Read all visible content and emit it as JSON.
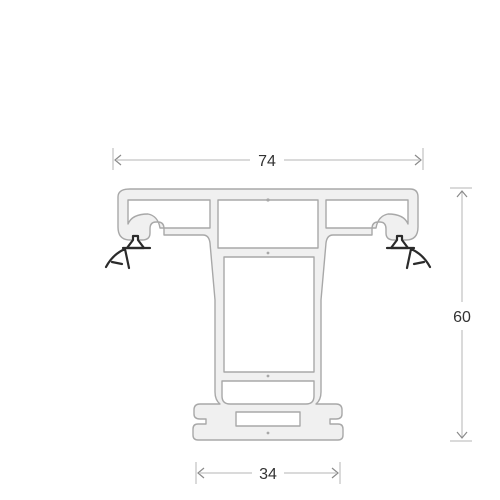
{
  "dimensions": {
    "width_top": "74",
    "height": "60",
    "width_bottom": "34"
  },
  "colors": {
    "profile_fill": "#f0f0f0",
    "profile_stroke": "#a8a8a8",
    "gasket": "#2b2b2b",
    "dimension_line": "#b5b5b5",
    "text": "#333333"
  }
}
